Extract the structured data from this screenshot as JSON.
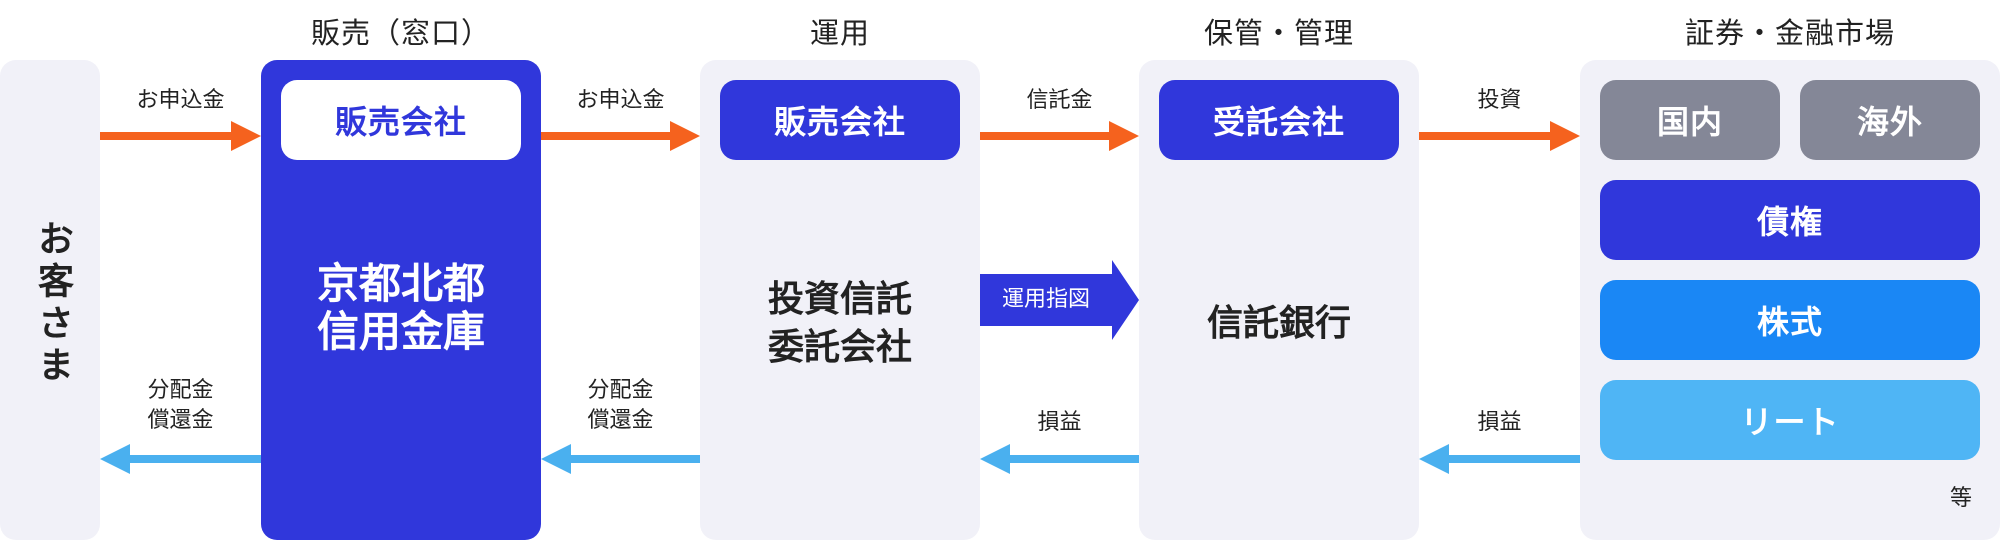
{
  "colors": {
    "primary": "#3037db",
    "panel": "#f1f1f8",
    "flow_forward": "#f5621e",
    "flow_return": "#4ab0ef",
    "domestic_foreign": "#848797",
    "stocks": "#1a87f5",
    "reit": "#4fb5f5"
  },
  "headers": {
    "sales": "販売（窓口）",
    "management": "運用",
    "custody": "保管・管理",
    "markets": "証券・金融市場"
  },
  "customer": {
    "label": "お客さま"
  },
  "sales_box": {
    "pill": "販売会社",
    "line1": "京都北都",
    "line2": "信用金庫"
  },
  "management_box": {
    "pill": "販売会社",
    "line1": "投資信託",
    "line2": "委託会社"
  },
  "custody_box": {
    "pill": "受託会社",
    "name": "信託銀行"
  },
  "market_box": {
    "domestic": "国内",
    "foreign": "海外",
    "bonds": "債権",
    "stocks": "株式",
    "reit": "リート",
    "etc": "等"
  },
  "flows": {
    "f1": "お申込金",
    "f2": "お申込金",
    "f3": "信託金",
    "f4": "投資",
    "instruction": "運用指図",
    "r1_line1": "分配金",
    "r1_line2": "償還金",
    "r2_line1": "分配金",
    "r2_line2": "償還金",
    "r3": "損益",
    "r4": "損益"
  }
}
